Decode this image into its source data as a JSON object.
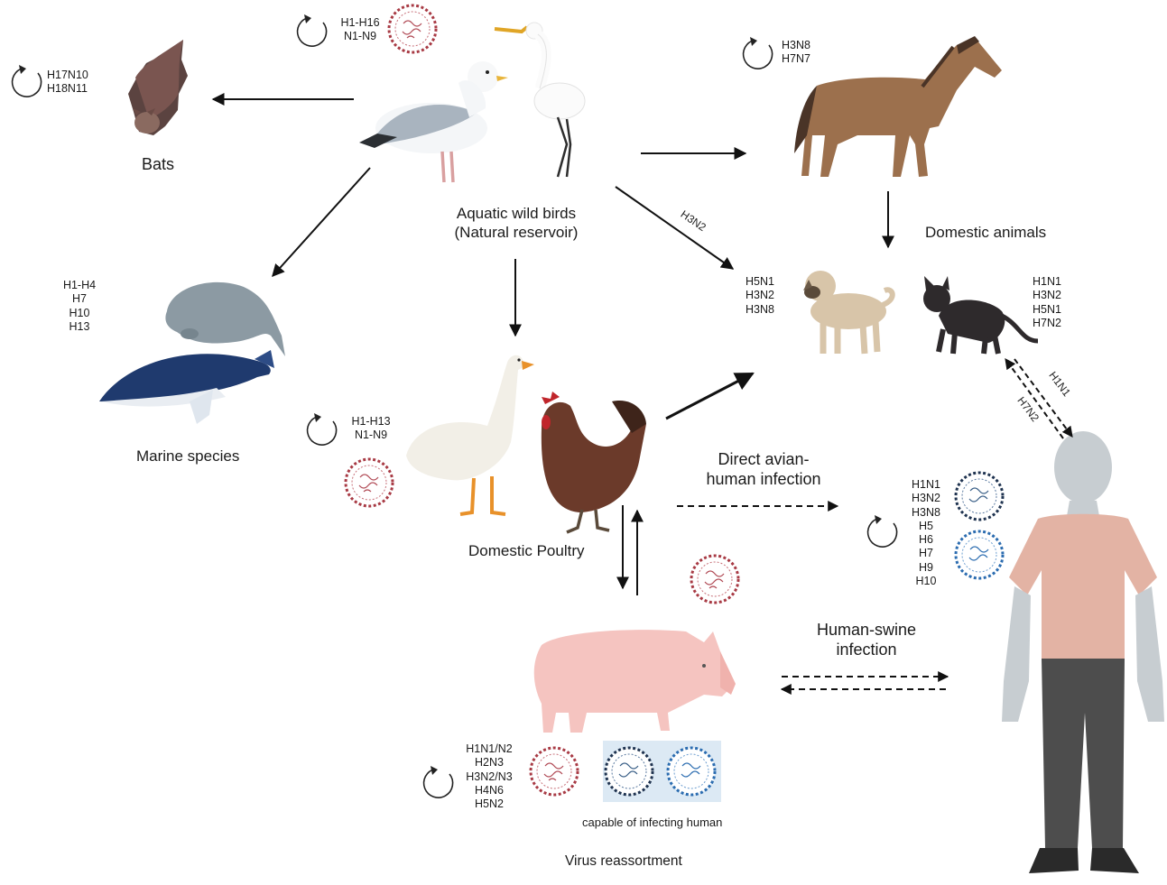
{
  "labels": {
    "bats": "Bats",
    "aquatic_birds": [
      "Aquatic wild birds",
      "(Natural reservoir)"
    ],
    "domestic_animals": "Domestic animals",
    "marine_species": "Marine species",
    "domestic_poultry": "Domestic Poultry",
    "direct_avian": [
      "Direct avian-",
      "human infection"
    ],
    "human_swine": [
      "Human-swine",
      "infection"
    ],
    "capable": "capable of infecting human",
    "reassortment": "Virus reassortment"
  },
  "subtypes": {
    "bats": [
      "H17N10",
      "H18N11"
    ],
    "wild_birds": [
      "H1-H16",
      "N1-N9"
    ],
    "horse": [
      "H3N8",
      "H7N7"
    ],
    "marine": [
      "H1-H4",
      "H7",
      "H10",
      "H13"
    ],
    "dog": [
      "H5N1",
      "H3N2",
      "H3N8"
    ],
    "cat": [
      "H1N1",
      "H3N2",
      "H5N1",
      "H7N2"
    ],
    "poultry": [
      "H1-H13",
      "N1-N9"
    ],
    "human": [
      "H1N1",
      "H3N2",
      "H3N8",
      "H5",
      "H6",
      "H7",
      "H9",
      "H10"
    ],
    "swine": [
      "H1N1/N2",
      "H2N3",
      "H3N2/N3",
      "H4N6",
      "H5N2"
    ]
  },
  "arrow_labels": {
    "birds_to_dogs": "H3N2",
    "cat_to_human": "H1N1",
    "human_to_cat": "H7N2"
  },
  "icons": [
    "replication-cycle-icon",
    "influenza-virion-icon",
    "bat-icon",
    "gull-icon",
    "egret-icon",
    "horse-icon",
    "dog-icon",
    "cat-icon",
    "manatee-icon",
    "whale-icon",
    "goose-icon",
    "rooster-icon",
    "pig-icon",
    "human-icon"
  ],
  "colors": {
    "avian_virus": "#8b1c24",
    "human_virus_dark": "#1f3350",
    "human_virus_blue": "#2b6cb0",
    "arrow": "#111111"
  }
}
